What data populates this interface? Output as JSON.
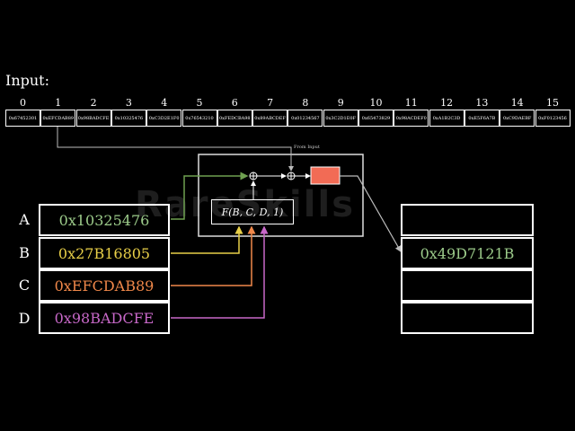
{
  "watermark": "RareSkills",
  "input_label": "Input:",
  "input_indices": [
    "0",
    "1",
    "2",
    "3",
    "4",
    "5",
    "6",
    "7",
    "8",
    "9",
    "10",
    "11",
    "12",
    "13",
    "14",
    "15"
  ],
  "input_words": [
    "0x67452301",
    "0xEFCDAB89",
    "0x98BADCFE",
    "0x10325476",
    "0xC3D2E1F0",
    "0x76543210",
    "0xFEDCBA98",
    "0x89ABCDEF",
    "0x01234567",
    "0x3C2D1E0F",
    "0x65473829",
    "0x98ACDEF0",
    "0xA1B2C3D",
    "0xE5F6A7B",
    "0xC9DAEBF",
    "0xF0123456"
  ],
  "from_input_label": "From Input",
  "function_label": "F(B, C, D, 1)",
  "registers": [
    {
      "name": "A",
      "value": "0x10325476",
      "color": "#9CCB8A"
    },
    {
      "name": "B",
      "value": "0x27B16805",
      "color": "#E8CF48"
    },
    {
      "name": "C",
      "value": "0xEFCDAB89",
      "color": "#F0884A"
    },
    {
      "name": "D",
      "value": "0x98BADCFE",
      "color": "#C768C8"
    }
  ],
  "output_registers": [
    "",
    "0x49D7121B",
    "",
    ""
  ],
  "output_color": "#9CCB8A",
  "colors": {
    "arrow_a": "#6FA050",
    "arrow_b": "#E8CF48",
    "arrow_c": "#F0884A",
    "arrow_d": "#C768C8",
    "constant_box": "#F26B55",
    "grey_line": "#BBBBBB"
  }
}
